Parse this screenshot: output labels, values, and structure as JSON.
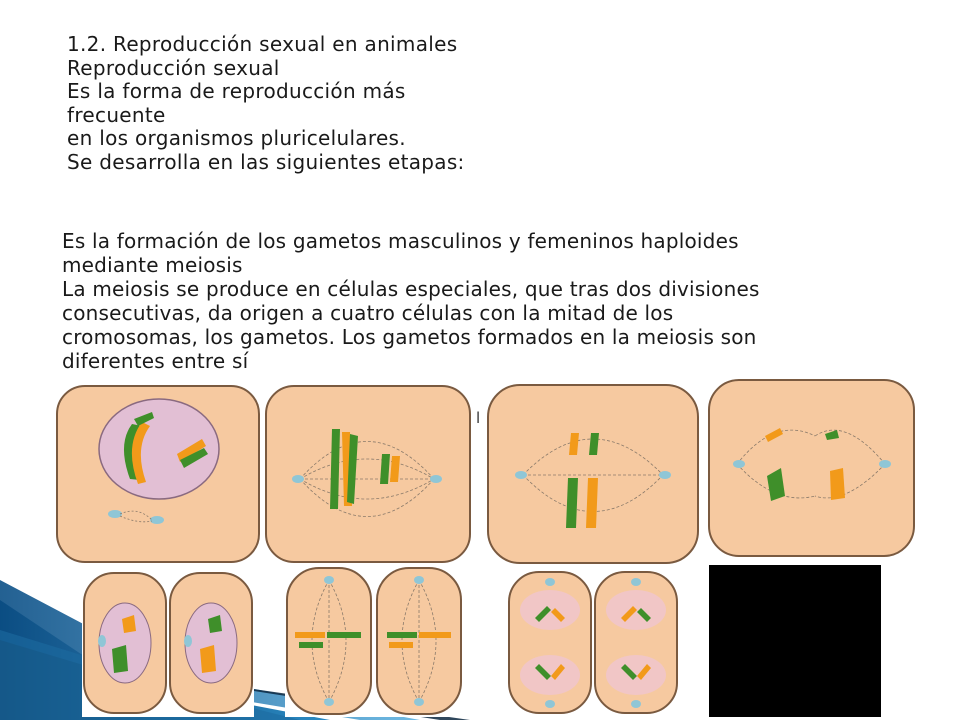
{
  "slide": {
    "title_lines": [
      "1.2. Reproducción sexual en animales",
      "Reproducción sexual",
      "Es la forma de reproducción más",
      "frecuente",
      "en los organismos pluricelulares.",
      "Se desarrolla en las siguientes etapas:"
    ],
    "body_lines": [
      "Es la formación de los gametos masculinos y femeninos haploides",
      "mediante meiosis",
      "La meiosis se produce en células especiales, que tras dos divisiones",
      "consecutivas, da origen a cuatro células con la mitad de los",
      "cromosomas, los gametos. Los gametos formados en la meiosis son",
      "diferentes entre sí"
    ],
    "stray_mark": "l"
  },
  "colors": {
    "cell_fill": "#f6c9a0",
    "cell_stroke": "#7a5a40",
    "nucleus_fill": "#e2bfd4",
    "chromosome_green": "#3f8f2a",
    "chromosome_orange": "#f29a1a",
    "centrosome_blue": "#8fc6d6",
    "spindle": "#8a7a6a",
    "deco_blue": "#1f6fa8"
  },
  "figures": {
    "top_row": [
      "profase-i",
      "metafase-i",
      "anafase-i",
      "telofase-i"
    ],
    "bottom_row": [
      "profase-ii",
      "metafase-ii",
      "anafase-ii"
    ]
  }
}
